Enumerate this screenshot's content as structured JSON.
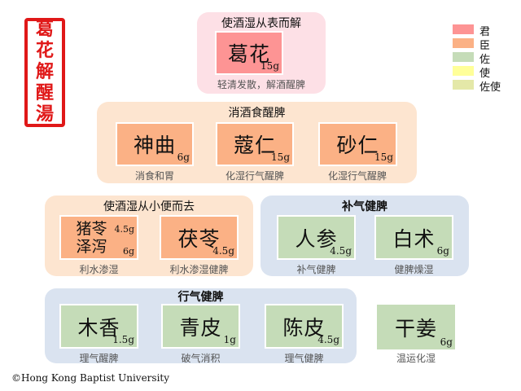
{
  "seal": "葛花解醒湯",
  "legend": [
    {
      "label": "君",
      "color": "#fd9494"
    },
    {
      "label": "臣",
      "color": "#fbb185"
    },
    {
      "label": "佐",
      "color": "#c5dcb8"
    },
    {
      "label": "使",
      "color": "#ffff99"
    },
    {
      "label": "佐使",
      "color": "#e4e8a8"
    }
  ],
  "groups": {
    "g1": {
      "title": "使酒湿从表而解",
      "herbs": [
        {
          "name": "葛花",
          "dose": "15g",
          "effect": "轻清发散，解酒醒脾"
        }
      ]
    },
    "g2": {
      "title": "消酒食醒脾",
      "herbs": [
        {
          "name": "神曲",
          "dose": "6g",
          "effect": "消食和胃"
        },
        {
          "name": "蔻仁",
          "dose": "15g",
          "effect": "化湿行气醒脾"
        },
        {
          "name": "砂仁",
          "dose": "15g",
          "effect": "化湿行气醒脾"
        }
      ]
    },
    "g3": {
      "title": "使酒湿从小便而去",
      "herbs": [
        {
          "name": "猪苓",
          "dose": "4.5g",
          "name2": "泽泻",
          "dose2": "6g",
          "effect": "利水渗湿"
        },
        {
          "name": "茯苓",
          "dose": "4.5g",
          "effect": "利水渗湿健脾"
        }
      ]
    },
    "g4": {
      "title": "补气健脾",
      "herbs": [
        {
          "name": "人参",
          "dose": "4.5g",
          "effect": "补气健脾"
        },
        {
          "name": "白术",
          "dose": "6g",
          "effect": "健脾燥湿"
        }
      ]
    },
    "g5": {
      "title": "行气健脾",
      "herbs": [
        {
          "name": "木香",
          "dose": "1.5g",
          "effect": "理气醒脾"
        },
        {
          "name": "青皮",
          "dose": "1g",
          "effect": "破气消积"
        },
        {
          "name": "陈皮",
          "dose": "4.5g",
          "effect": "理气健脾"
        }
      ]
    },
    "solo": {
      "name": "干姜",
      "dose": "6g",
      "effect": "温运化湿"
    }
  },
  "copyright": "©Hong Kong Baptist University"
}
